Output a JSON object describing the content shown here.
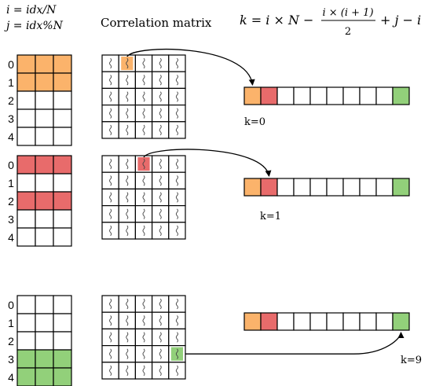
{
  "formulas": {
    "i_def": "i = idx/N",
    "j_def": "j = idx%N",
    "k_lhs": "k = i × N −",
    "k_num": "i × (i + 1)",
    "k_den": "2",
    "k_rhs": "+ j − i"
  },
  "title": "Correlation matrix",
  "row_labels": [
    "0",
    "1",
    "2",
    "3",
    "4"
  ],
  "panels": [
    {
      "highlight_rows": [
        0,
        1
      ],
      "row_color": "#fbb36b",
      "cell_highlight": [
        0,
        1
      ],
      "cell_color": "#fbb36b",
      "k_label": "k=0",
      "k_index": 0
    },
    {
      "highlight_rows": [
        0,
        2
      ],
      "row_color": "#e86b6b",
      "cell_highlight": [
        0,
        2
      ],
      "cell_color": "#e86b6b",
      "k_label": "k=1",
      "k_index": 1
    },
    {
      "highlight_rows": [
        3,
        4
      ],
      "row_color": "#92d07a",
      "cell_highlight": [
        3,
        4
      ],
      "cell_color": "#92d07a",
      "k_label": "k=9",
      "k_index": 9
    }
  ],
  "vector": {
    "length": 10,
    "colors": {
      "0": "#fbb36b",
      "1": "#e86b6b",
      "9": "#92d07a"
    }
  },
  "colors": {
    "orange": "#fbb36b",
    "red": "#e86b6b",
    "green": "#92d07a",
    "stroke": "#000000"
  }
}
